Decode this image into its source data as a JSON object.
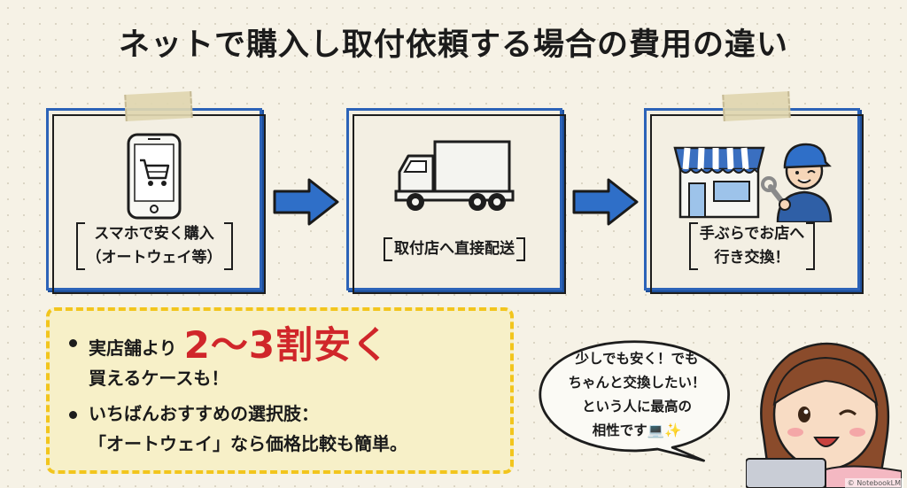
{
  "title": "ネットで購入し取付依頼する場合の費用の違い",
  "steps": [
    {
      "line1": "スマホで安く購入",
      "line2": "（オートウェイ等）",
      "icon": "smartphone-cart-icon"
    },
    {
      "line1": "取付店へ直接配送",
      "line2": "",
      "icon": "delivery-truck-icon"
    },
    {
      "line1": "手ぶらでお店へ",
      "line2": "行き交換！",
      "icon": "shop-mechanic-icon"
    }
  ],
  "benefits": {
    "item1_text": "実店舗より",
    "item1_highlight": "2〜3割安く",
    "item1_line2": "買えるケースも！",
    "item2_line1": "いちばんおすすめの選択肢：",
    "item2_line2": "「オートウェイ」なら価格比較も簡単。"
  },
  "speech": {
    "line1": "少しでも安く！でも",
    "line2": "ちゃんと交換したい！",
    "line3": "という人に最高の",
    "line4": "相性です💻✨"
  },
  "credit": "© NotebookLM",
  "colors": {
    "card_border": "#2c63b8",
    "arrow": "#2f6fc8",
    "highlight_red": "#d0262a",
    "benefit_border": "#f2c51d"
  }
}
